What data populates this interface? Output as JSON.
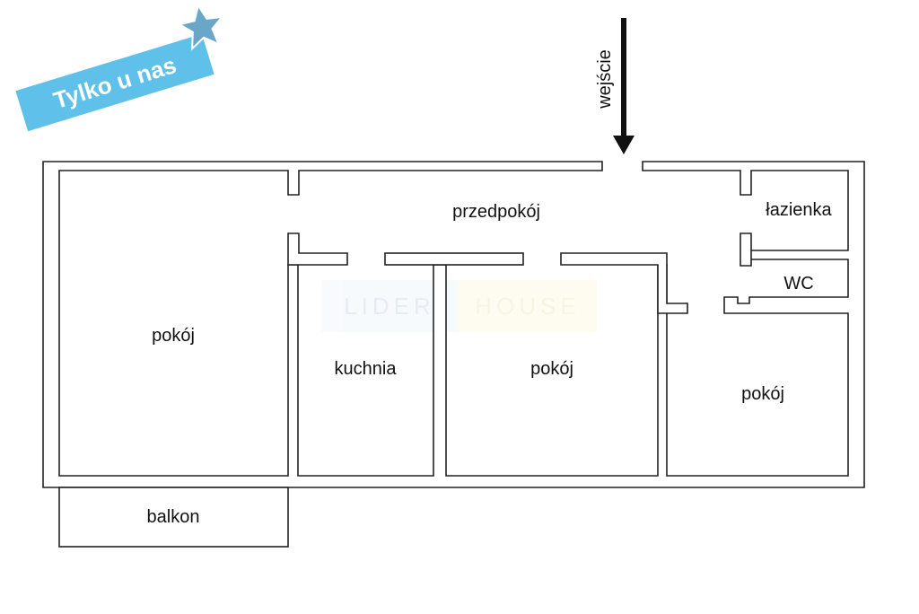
{
  "badge": {
    "text": "Tylko u nas",
    "color": "#5fc0ea",
    "star_color": "#6aa6c8"
  },
  "watermark": {
    "text_left": "LIDER",
    "text_right": "HOUSE"
  },
  "entrance": {
    "label": "wejście",
    "icon": "arrow-down-icon"
  },
  "rooms": {
    "hallway": "przedpokój",
    "bathroom": "łazienka",
    "wc": "WC",
    "room_left": "pokój",
    "kitchen": "kuchnia",
    "room_center": "pokój",
    "room_right": "pokój",
    "balcony": "balkon"
  },
  "colors": {
    "wall": "#222222",
    "floor": "#ffffff"
  }
}
